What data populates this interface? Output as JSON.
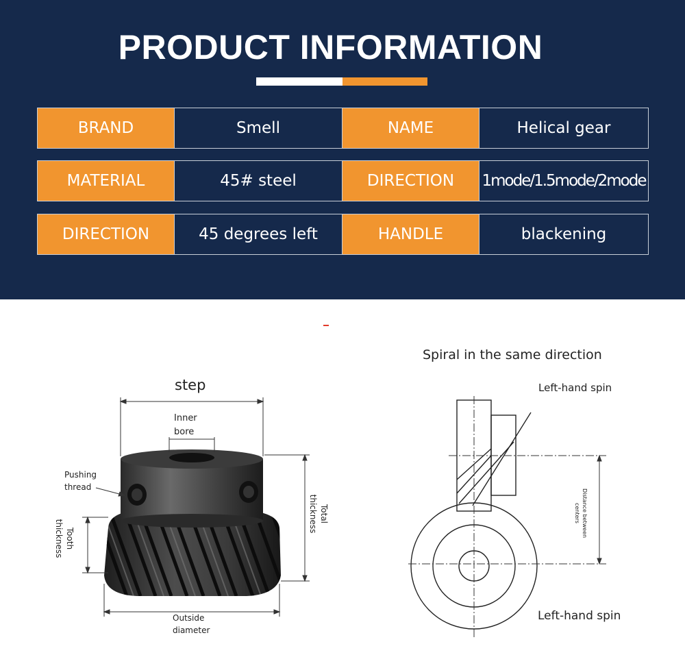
{
  "header": {
    "title": "PRODUCT INFORMATION"
  },
  "spec_rows": [
    {
      "label1": "BRAND",
      "value1": "Smell",
      "label2": "NAME",
      "value2": "Helical gear"
    },
    {
      "label1": "MATERIAL",
      "value1": "45# steel",
      "label2": "DIRECTION",
      "value2": "1mode/1.5mode/2mode"
    },
    {
      "label1": "DIRECTION",
      "value1": "45 degrees left",
      "label2": "HANDLE",
      "value2": "blackening"
    }
  ],
  "gear_figure": {
    "step_label": "step",
    "inner_bore_label": "Inner\nbore",
    "pushing_thread_label": "Pushing\nthread",
    "tooth_thickness_label": "Tooth\nthickness",
    "total_thickness_label": "Total\nthickness",
    "outside_diameter_label": "Outside\ndiameter"
  },
  "diagram": {
    "title": "Spiral in the same direction",
    "top_label": "Left-hand spin",
    "bottom_label": "Left-hand spin",
    "distance_label": "Distance between\ncenters"
  },
  "colors": {
    "navy": "#15294b",
    "orange": "#f1952f",
    "white": "#ffffff"
  }
}
